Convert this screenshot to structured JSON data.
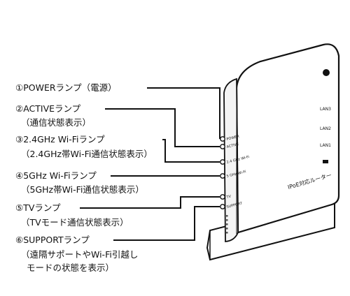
{
  "callouts": [
    {
      "title": "①POWERランプ（電源）",
      "desc": []
    },
    {
      "title": "②ACTIVEランプ",
      "desc": [
        "（通信状態表示）"
      ]
    },
    {
      "title": "③2.4GHz Wi-Fiランプ",
      "desc": [
        "（2.4GHz帯Wi-Fi通信状態表示）"
      ]
    },
    {
      "title": "④5GHz Wi-Fiランプ",
      "desc": [
        "（5GHz帯Wi-Fi通信状態表示）"
      ]
    },
    {
      "title": "⑤TVランプ",
      "desc": [
        "（TVモード通信状態表示）"
      ]
    },
    {
      "title": "⑥SUPPORTランプ",
      "desc": [
        "（遠隔サポートやWi-Fi引越し",
        "モードの状態を表示）"
      ]
    }
  ],
  "device": {
    "lamp_labels": [
      "POWER",
      "ACTIVE",
      "2.4 GHz Wi-Fi",
      "5 GHz Wi-Fi",
      "TV",
      "SUPPORT"
    ],
    "side_labels": [
      "LAN3",
      "LAN2",
      "LAN1"
    ],
    "product_label": "IPoE対応ルーター"
  },
  "colors": {
    "line": "#111111",
    "body": "#ffffff",
    "outline": "#111111"
  }
}
